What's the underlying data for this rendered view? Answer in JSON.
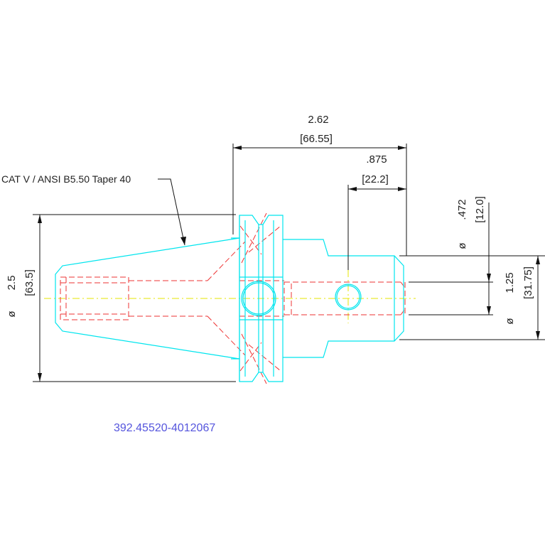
{
  "colors": {
    "outline": "#00e5ee",
    "hidden": "#ee3333",
    "center": "#e6e600",
    "dimension": "#111111",
    "part_number": "#5555dd"
  },
  "dimensions": {
    "overall_length_in": "2.62",
    "overall_length_mm": "[66.55]",
    "shank_length_in": ".875",
    "shank_length_mm": "[22.2]",
    "bore_dia_symbol": "ø",
    "bore_dia_in": ".472",
    "bore_dia_mm": "[12.0]",
    "shank_dia_symbol": "ø",
    "shank_dia_in": "1.25",
    "shank_dia_mm": "[31.75]",
    "taper_dia_symbol": "ø",
    "taper_dia_in": "2.5",
    "taper_dia_mm": "[63.5]"
  },
  "taper_label": "CAT V / ANSI B5.50 Taper 40",
  "part_number": "392.45520-4012067"
}
